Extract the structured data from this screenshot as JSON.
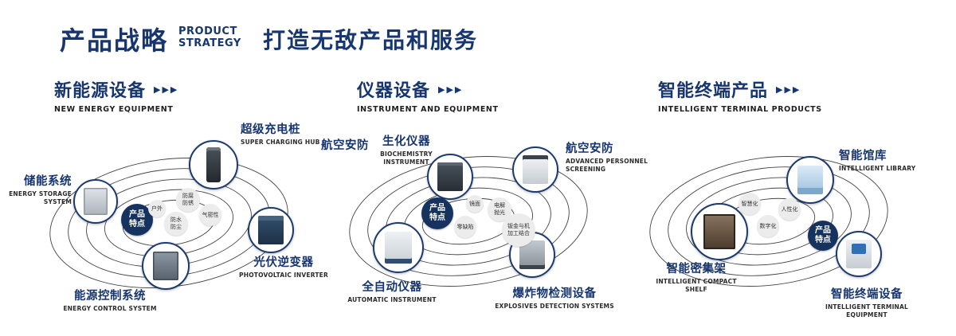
{
  "colors": {
    "primary": "#17356e",
    "badge_bg": "#16335f",
    "ring": "#444444",
    "bubble_bg": "#ececec"
  },
  "arrow_glyph": "▶▶▶",
  "header": {
    "title": "产品战略",
    "subtitle_line1": "PRODUCT",
    "subtitle_line2": "STRATEGY",
    "tagline": "打造无敌产品和服务"
  },
  "sections": [
    {
      "title": "新能源设备",
      "subtitle": "NEW ENERGY EQUIPMENT",
      "feature_badge": "产品特点",
      "features": [
        "户外",
        "防腐防锈",
        "防水防尘",
        "气密性"
      ],
      "products": [
        {
          "name": "储能系统",
          "name_en": "ENERGY STORAGE SYSTEM"
        },
        {
          "name": "超级充电桩",
          "name_en": "SUPER CHARGING HUB"
        },
        {
          "name": "光伏逆变器",
          "name_en": "PHOTOVOLTAIC INVERTER"
        },
        {
          "name": "能源控制系统",
          "name_en": "ENERGY CONTROL SYSTEM"
        }
      ]
    },
    {
      "title": "仪器设备",
      "subtitle": "INSTRUMENT AND EQUIPMENT",
      "side_label": "航空安防",
      "feature_badge": "产品特点",
      "features": [
        "镜面",
        "电解抛光",
        "零缺陷",
        "钣金与机加工结合"
      ],
      "products": [
        {
          "name": "生化仪器",
          "name_en": "BIOCHEMISTRY INSTRUMENT"
        },
        {
          "name": "航空安防",
          "name_en": "ADVANCED PERSONNEL SCREENING"
        },
        {
          "name": "全自动仪器",
          "name_en": "AUTOMATIC INSTRUMENT"
        },
        {
          "name": "爆炸物检测设备",
          "name_en": "EXPLOSIVES DETECTION SYSTEMS"
        }
      ]
    },
    {
      "title": "智能终端产品",
      "subtitle": "INTELLIGENT TERMINAL PRODUCTS",
      "feature_badge": "产品特点",
      "features": [
        "智慧化",
        "人性化",
        "数字化"
      ],
      "products": [
        {
          "name": "智能馆库",
          "name_en": "INTELLIGENT LIBRARY"
        },
        {
          "name": "智能密集架",
          "name_en": "INTELLIGENT COMPACT SHELF"
        },
        {
          "name": "智能终端设备",
          "name_en": "INTELLIGENT TERMINAL EQUIPMENT"
        }
      ]
    }
  ]
}
